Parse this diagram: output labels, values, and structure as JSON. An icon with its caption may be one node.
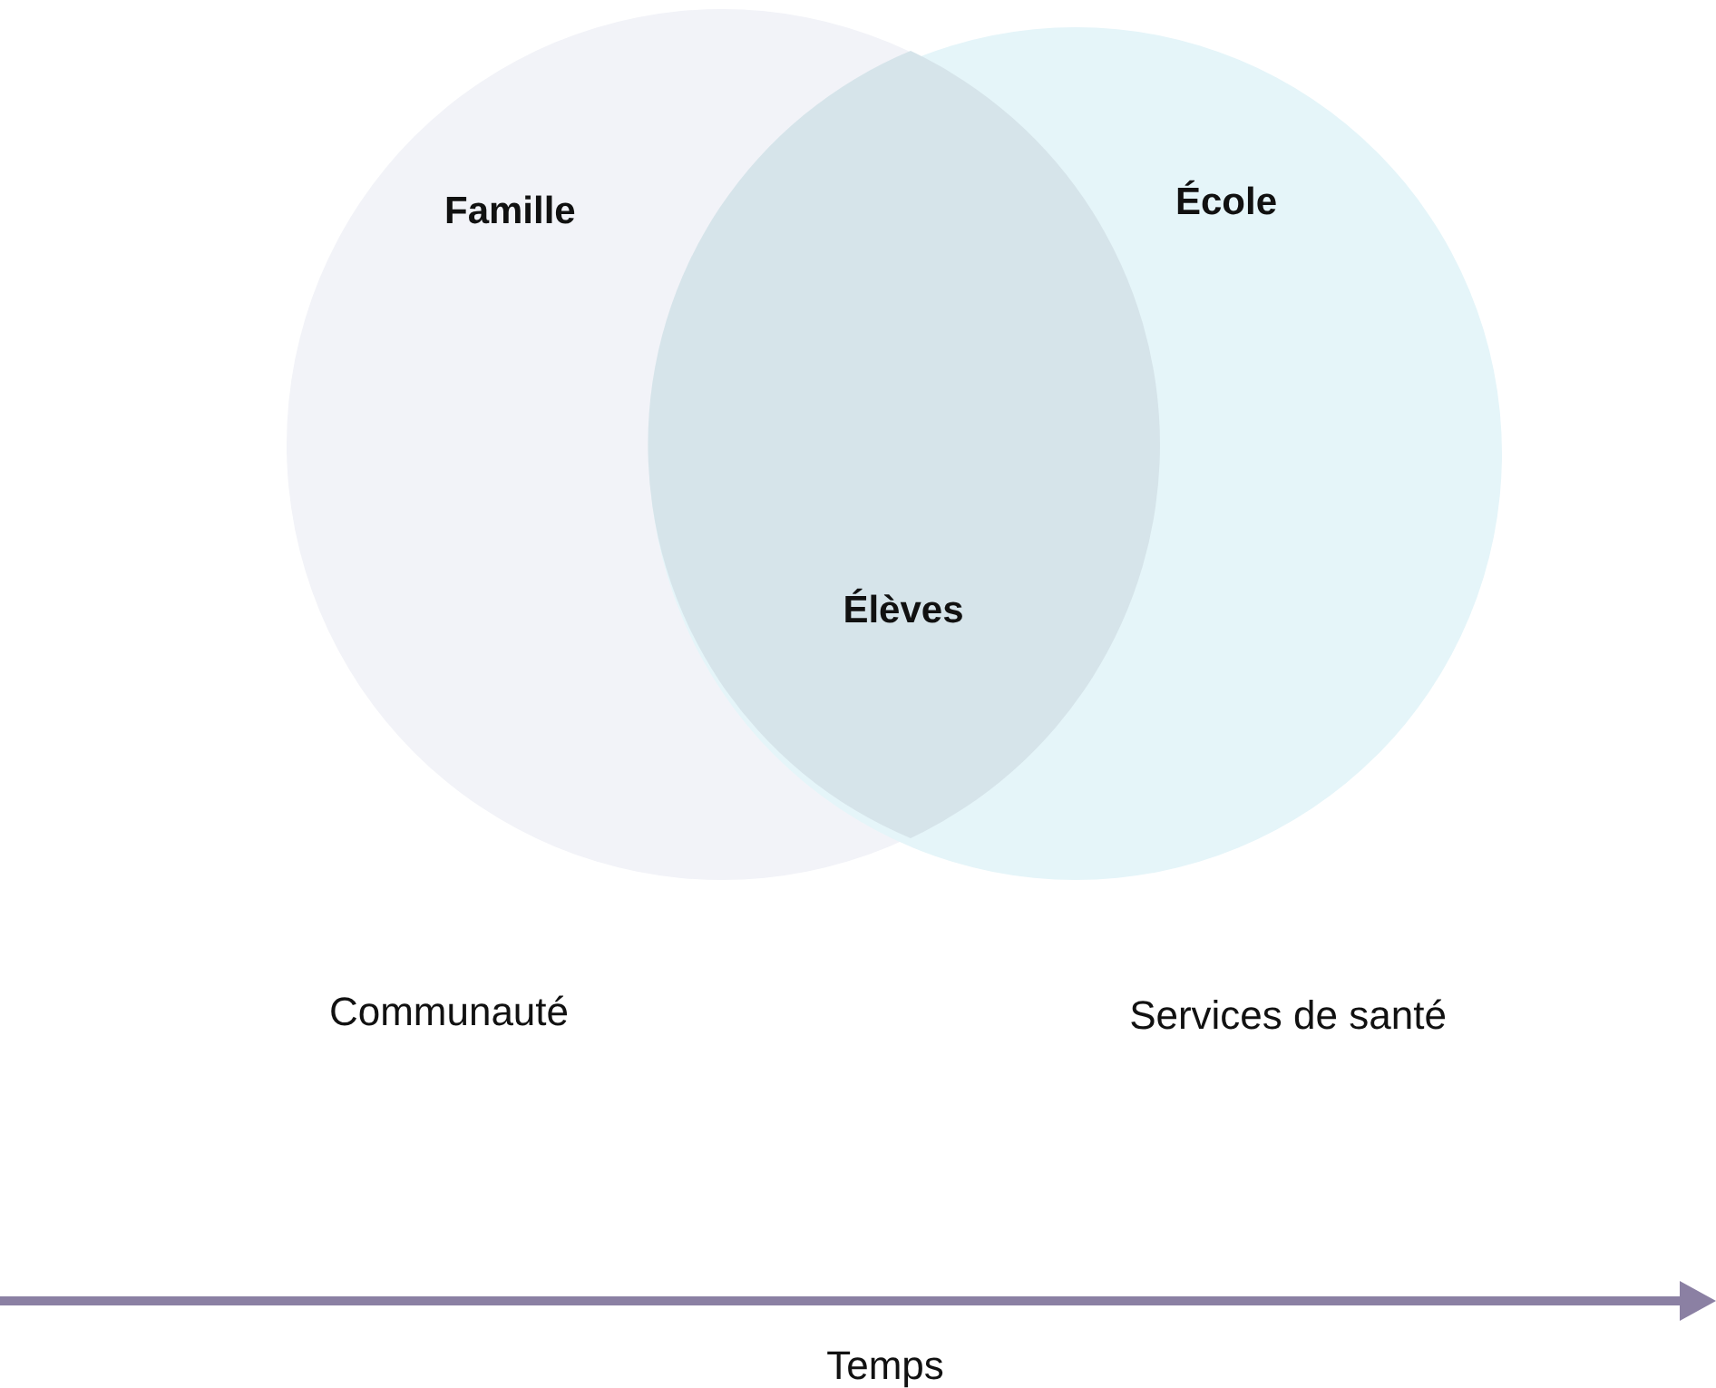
{
  "diagram": {
    "nodes": [
      {
        "text": [
          "Famille"
        ]
      },
      {
        "text": [
          "École"
        ]
      },
      {
        "text": [
          "Élèves"
        ]
      }
    ],
    "labels": [
      "Communauté",
      "Services de santé",
      "Temps"
    ]
  }
}
